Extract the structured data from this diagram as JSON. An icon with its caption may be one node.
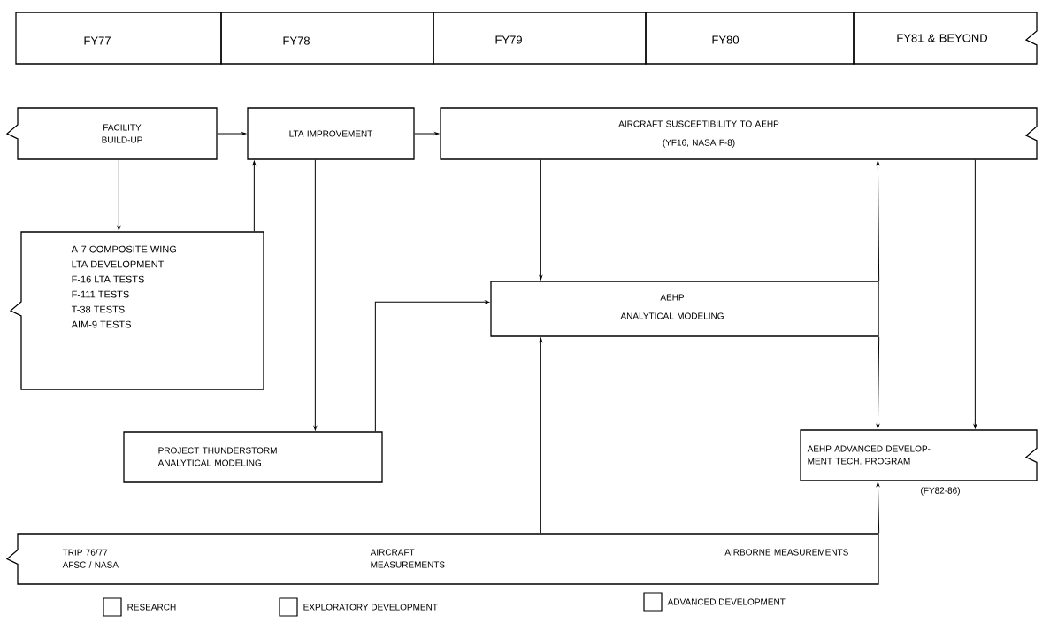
{
  "diagram": {
    "nodes": [
      {
        "text": [
          "FY77"
        ]
      },
      {
        "text": [
          "FY78"
        ]
      },
      {
        "text": [
          "FY79"
        ]
      },
      {
        "text": [
          "FY80"
        ]
      },
      {
        "text": [
          "FY81 & BEYOND"
        ]
      },
      {
        "text": [
          "FACILITY BUILD-UP"
        ]
      },
      {
        "text": [
          "LTA IMPROVEMENT"
        ]
      },
      {
        "text": [
          "AIRCRAFT SUSCEPTIBILITY TO AEHP",
          "(YF16, NASA F-8)"
        ]
      },
      {
        "text": [
          "A-7 COMPOSITE WING",
          "LTA DEVELOPMENT",
          "F-16 LTA TESTS",
          "F-111 TESTS",
          "T-38 TESTS",
          "AIM-9 TESTS"
        ]
      },
      {
        "text": [
          "AEHP",
          "ANALYTICAL MODELING"
        ]
      },
      {
        "text": [
          "PROJECT THUNDERSTORM ANALYTICAL MODELING"
        ]
      },
      {
        "text": [
          "AEHP ADVANCED DEVELOP- MENT TECH. PROGRAM"
        ],
        "beside": [
          "(FY82-86)"
        ]
      },
      {
        "text": [
          "TRIP 76/77 AFSC / NASA",
          "AIRCRAFT MEASUREMENTS",
          "AIRBORNE MEASUREMENTS"
        ]
      }
    ],
    "edges": [
      {
        "from": 5,
        "to": 6,
        "arrow": "to"
      },
      {
        "from": 6,
        "to": 7,
        "arrow": "to"
      },
      {
        "from": 5,
        "to": 8,
        "arrow": "to"
      },
      {
        "from": 8,
        "to": 6,
        "arrow": "to"
      },
      {
        "from": 6,
        "to": 10,
        "arrow": "to"
      },
      {
        "from": 7,
        "to": 9,
        "arrow": "to"
      },
      {
        "from": 10,
        "to": 9,
        "arrow": "to"
      },
      {
        "from": 12,
        "to": 9,
        "arrow": "to"
      },
      {
        "from": 9,
        "to": 7,
        "arrow": "to"
      },
      {
        "from": 9,
        "to": 11,
        "arrow": "to"
      },
      {
        "from": 7,
        "to": 11,
        "arrow": "to"
      },
      {
        "from": 12,
        "to": 11,
        "arrow": "to"
      }
    ],
    "legend": [
      {
        "text": "RESEARCH"
      },
      {
        "text": "EXPLORATORY DEVELOPMENT"
      },
      {
        "text": "ADVANCED DEVELOPMENT"
      }
    ]
  }
}
